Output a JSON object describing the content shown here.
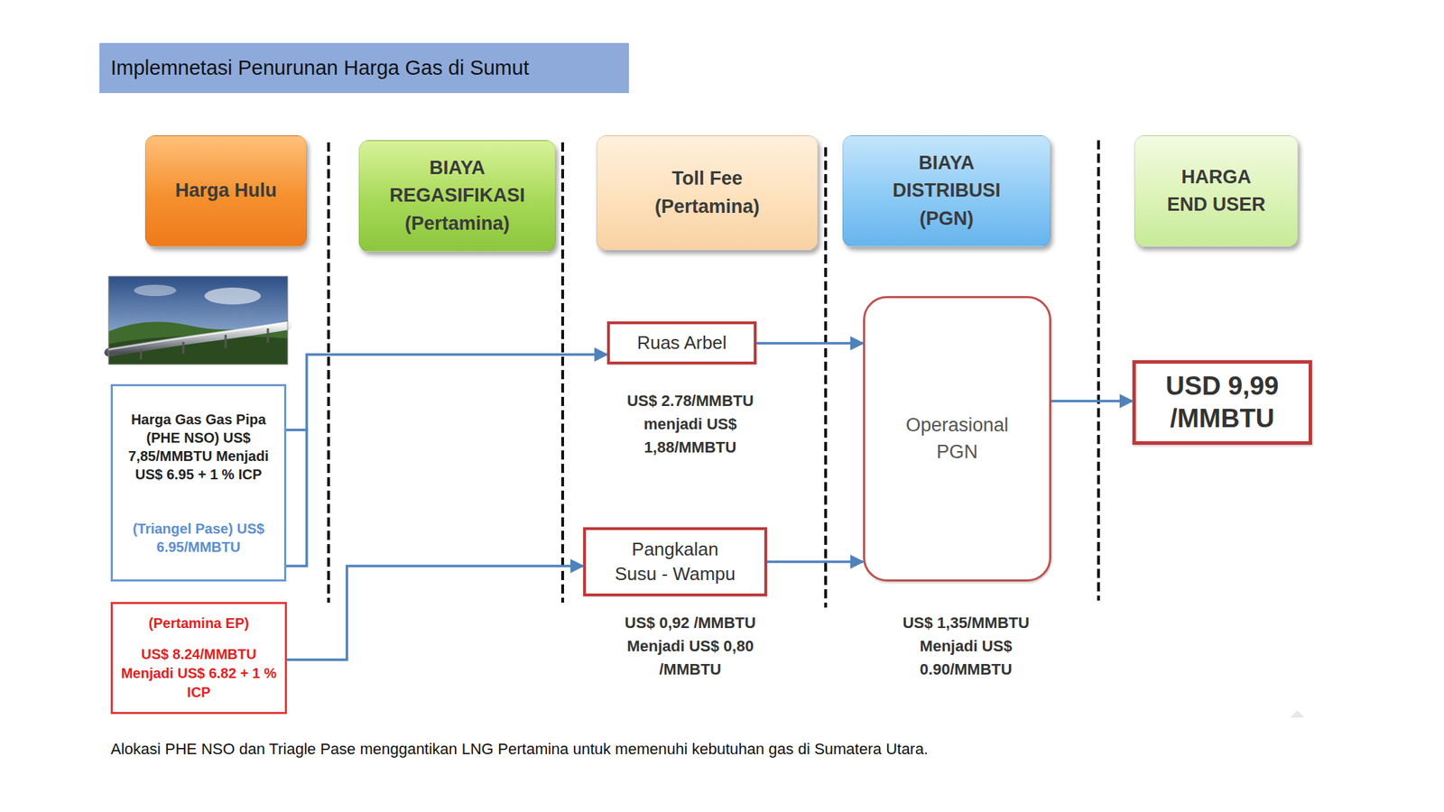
{
  "diagram": {
    "title": "Implemnetasi Penurunan Harga Gas di Sumut",
    "caption": "Alokasi PHE NSO dan Triagle Pase menggantikan LNG Pertamina untuk memenuhi kebutuhan gas di Sumatera Utara.",
    "nodes": [
      {
        "text": [
          "Harga Hulu"
        ]
      },
      {
        "text": [
          "BIAYA REGASIFIKASI (Pertamina)"
        ]
      },
      {
        "text": [
          "Toll Fee (Pertamina)"
        ]
      },
      {
        "text": [
          "BIAYA DISTRIBUSI (PGN)"
        ]
      },
      {
        "text": [
          "HARGA END USER"
        ]
      },
      {
        "text": [
          "Harga Gas Gas Pipa (PHE NSO) US$ 7,85/MMBTU Menjadi US$ 6.95 + 1 % ICP",
          "(Triangel Pase) US$ 6.95/MMBTU"
        ]
      },
      {
        "text": [
          "(Pertamina EP)",
          "US$ 8.24/MMBTU Menjadi US$ 6.82 + 1 % ICP"
        ]
      },
      {
        "text": [
          "Ruas Arbel"
        ]
      },
      {
        "text": [
          "Pangkalan Susu - Wampu"
        ]
      },
      {
        "text": [
          "Operasional PGN"
        ]
      },
      {
        "text": [
          "USD 9,99 /MMBTU"
        ]
      }
    ],
    "edges": [
      {
        "from": 5,
        "to": 7,
        "arrow": "to"
      },
      {
        "from": 6,
        "to": 8,
        "arrow": "to"
      },
      {
        "from": 7,
        "to": 9,
        "arrow": "to"
      },
      {
        "from": 8,
        "to": 9,
        "arrow": "to"
      },
      {
        "from": 9,
        "to": 10,
        "arrow": "to"
      }
    ],
    "labels": [
      "US$ 2.78/MMBTU menjadi US$ 1,88/MMBTU",
      "US$ 0,92 /MMBTU Menjadi US$ 0,80 /MMBTU",
      "US$ 1,35/MMBTU Menjadi US$ 0.90/MMBTU"
    ]
  }
}
